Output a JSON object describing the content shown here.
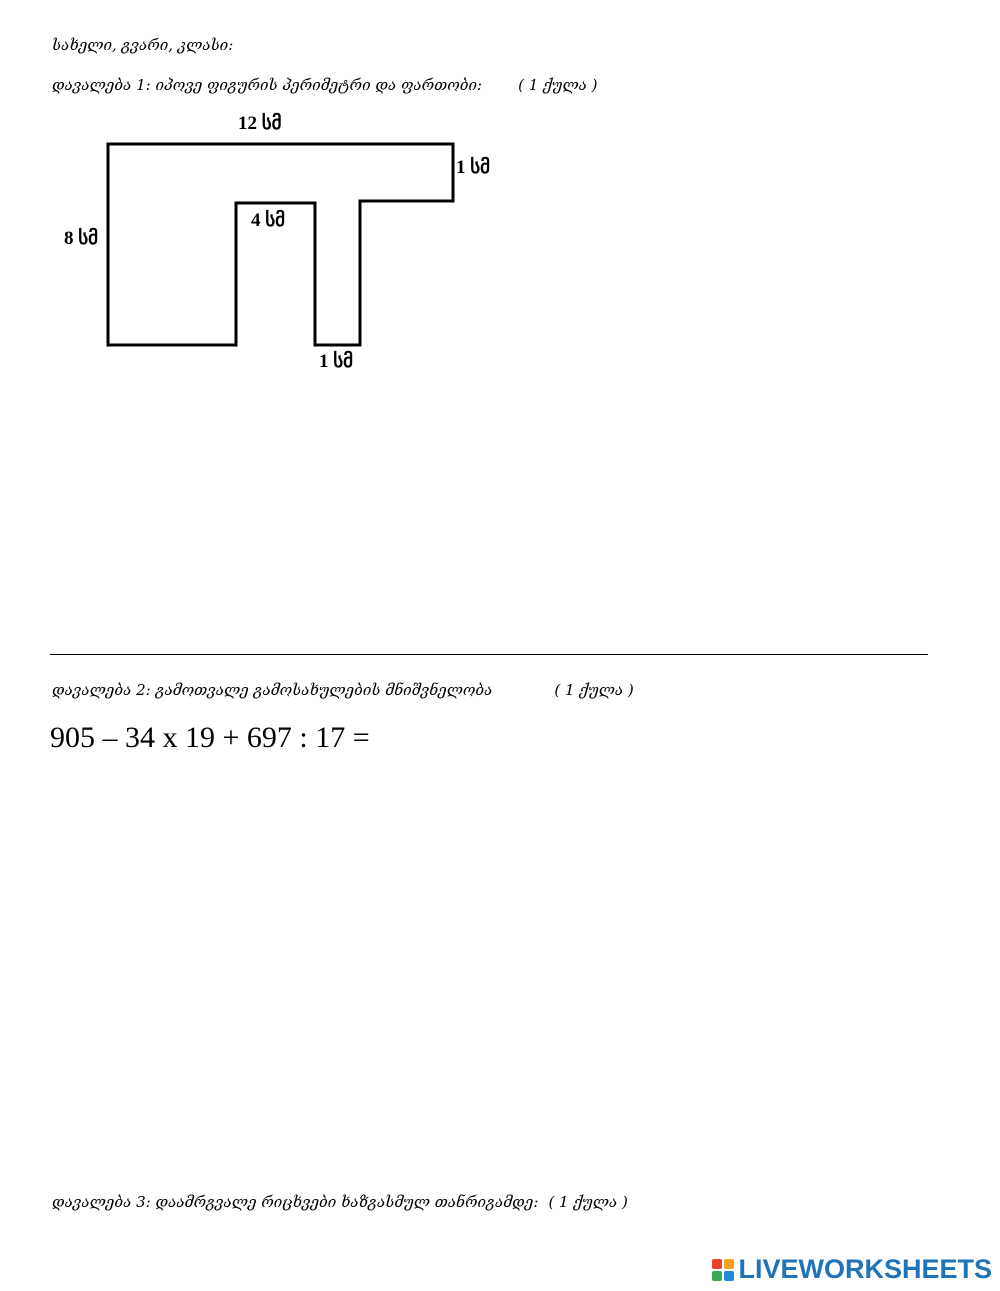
{
  "header": {
    "name_line": "სახელი, გვარი, კლასი:"
  },
  "task1": {
    "title": "დავალება 1: იპოვე  ფიგურის პერიმეტრი  და  ფართობი:",
    "points": "( 1 ქულა )",
    "dimensions": {
      "top": "12 სმ",
      "right": "1 სმ",
      "left": "8 სმ",
      "inner": "4 სმ",
      "bottom": "1 სმ"
    }
  },
  "task2": {
    "title": "დავალება 2: გამოთვალე გამოსახულების მნიშვნელობა",
    "points": "( 1 ქულა )",
    "expression": "905 – 34 x 19 + 697 : 17 ="
  },
  "task3": {
    "title": "დავალება 3: დაამრგვალე  რიცხვები ხაზგასმულ  თანრიგამდე:",
    "points": "( 1 ქულა )"
  },
  "brand": {
    "name": "LIVEWORKSHEETS",
    "colors": [
      "#e8402c",
      "#f3a31b",
      "#3aa856",
      "#1f8bd6"
    ],
    "text_color": "#1e73b9",
    "icon": "liveworksheets-logo-icon"
  }
}
